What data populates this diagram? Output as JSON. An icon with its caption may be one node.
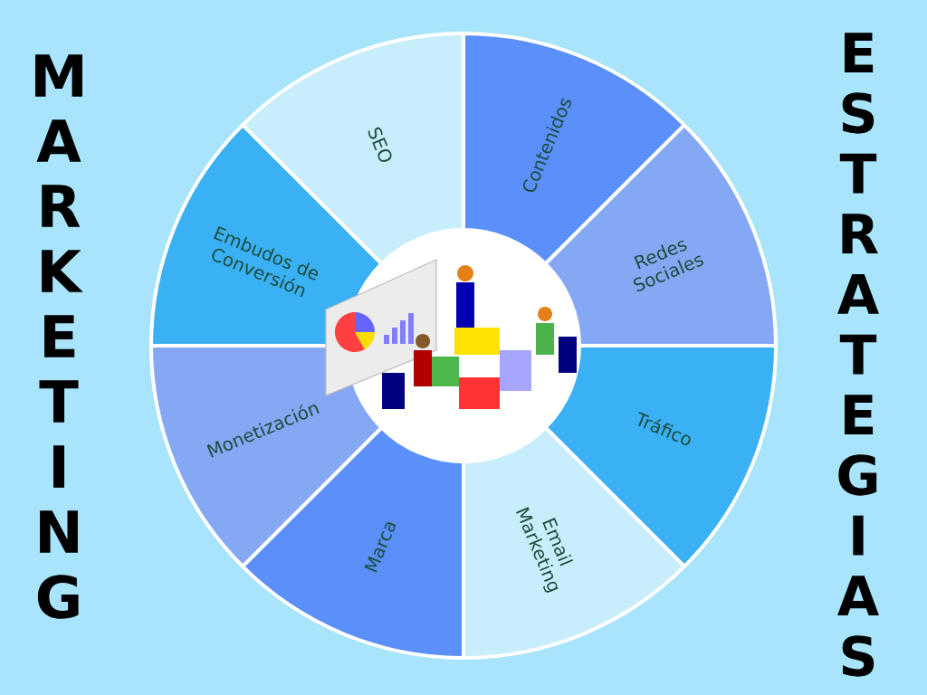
{
  "diagram": {
    "nodes": [
      {
        "text": [
          "SEO"
        ]
      },
      {
        "text": [
          "Contenidos"
        ]
      },
      {
        "text": [
          "Redes Sociales"
        ]
      },
      {
        "text": [
          "Tráfico"
        ]
      },
      {
        "text": [
          "Email Marketing"
        ]
      },
      {
        "text": [
          "Marca"
        ]
      },
      {
        "text": [
          "Monetización"
        ]
      },
      {
        "text": [
          "Embudos de Conversión"
        ]
      }
    ],
    "labels": [
      "MARKETING",
      "ESTRATEGIAS"
    ]
  }
}
